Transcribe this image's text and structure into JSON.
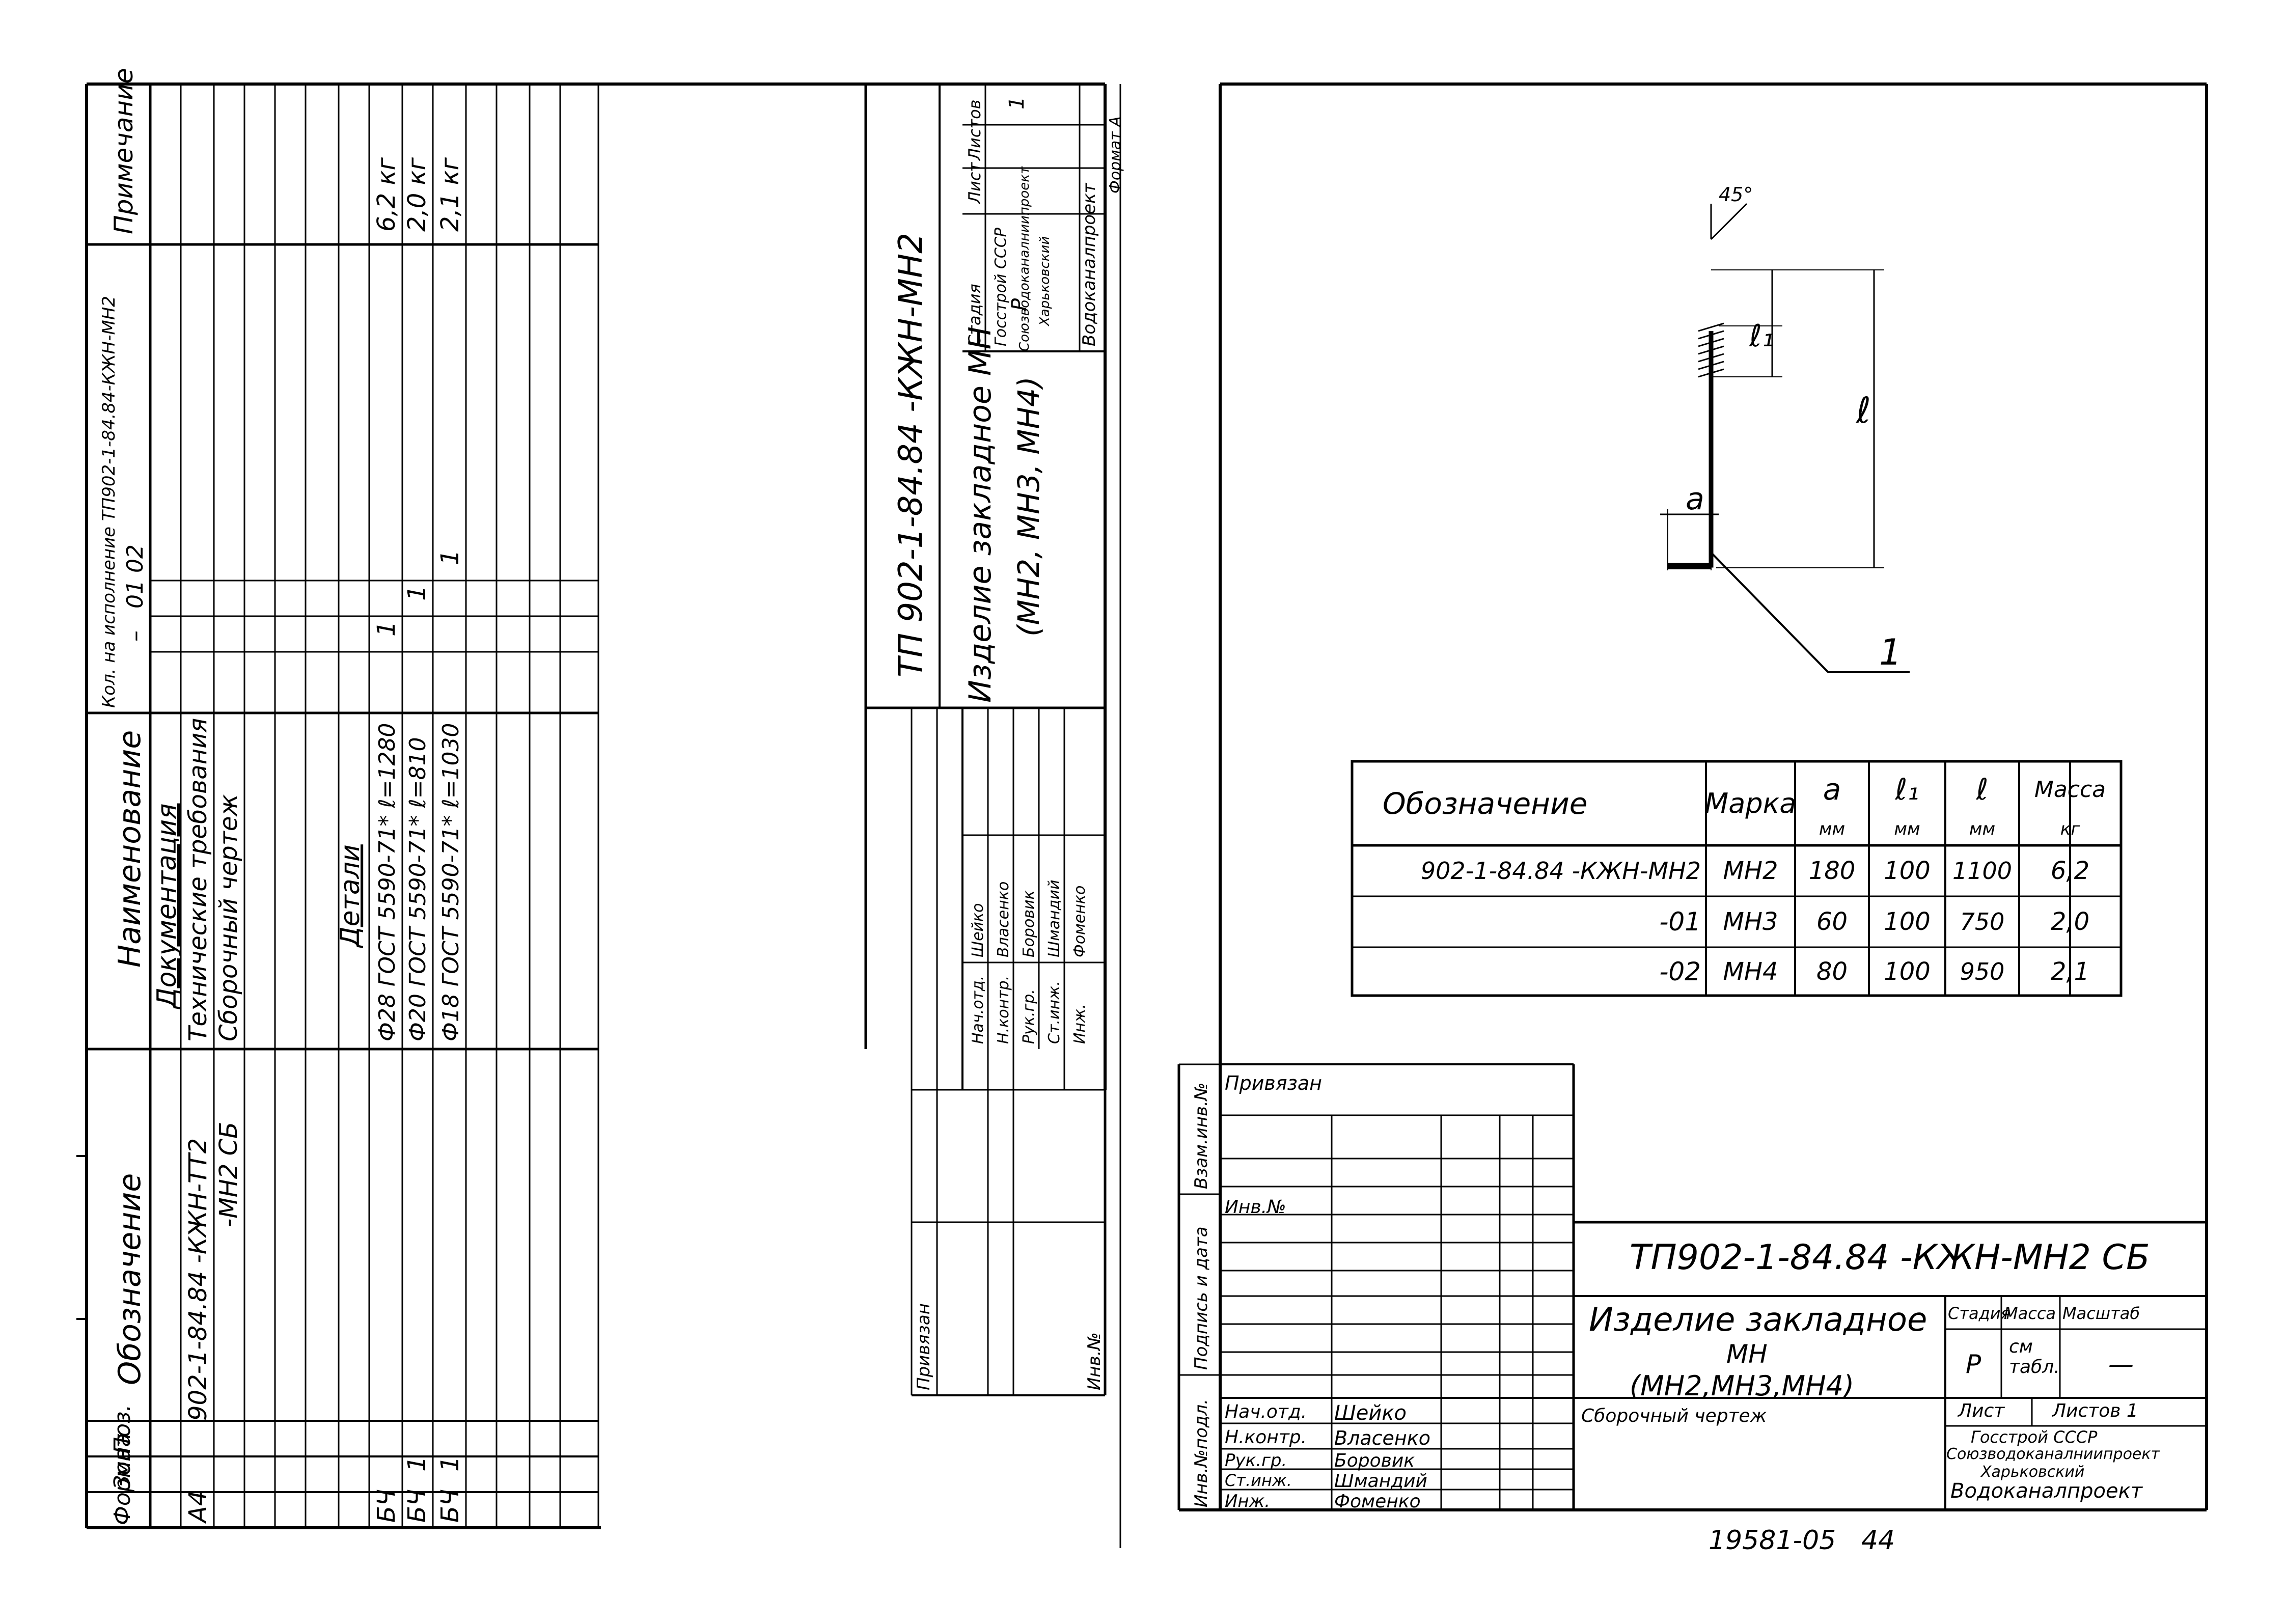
{
  "spec": {
    "col_headers": [
      "Формат",
      "Зона",
      "Поз.",
      "Обозначение",
      "Наименование",
      "Кол. на исполнение ТП902-1-84.84-КЖН-МН2",
      "Примечание"
    ],
    "variant_labels": [
      "–",
      "01",
      "02"
    ],
    "rows": [
      {
        "format": "A4",
        "designation": "902-1-84.84  -КЖН-ТТ2",
        "name": "Технические требования",
        "note": ""
      },
      {
        "format": "",
        "designation": "-МН2 СБ",
        "name": "Сборочный чертеж",
        "note": ""
      },
      {
        "format": "",
        "designation": "",
        "name": "Детали",
        "note": ""
      },
      {
        "format": "БЧ",
        "designation": "",
        "name": "Ф28 ГОСТ 5590-71* ℓ=1280",
        "note": "6,2 кг"
      },
      {
        "format": "БЧ",
        "designation": "",
        "name": "Ф20 ГОСТ 5590-71* ℓ=810",
        "note": "2,0 кг"
      },
      {
        "format": "БЧ",
        "designation": "",
        "name": "Ф18 ГОСТ 5590-71* ℓ=1030",
        "note": "2,1 кг"
      }
    ],
    "section_doc": "Документация",
    "ones": [
      "1",
      "1",
      "1",
      "1",
      "1"
    ],
    "title_code": "ТП 902-1-84.84  -КЖН-МН2",
    "title_name_1": "Изделие закладное МН",
    "title_name_2": "(МН2, МН3, МН4)",
    "stage_hdr": [
      "Стадия",
      "Лист",
      "Листов"
    ],
    "stage_val": [
      "Р",
      "",
      "1"
    ],
    "org": [
      "Госстрой СССР",
      "Союзводоканалниипроект",
      "Харьковский",
      "Водоканалпроект"
    ],
    "signers": [
      {
        "role": "Нач.отд.",
        "name": "Шейко"
      },
      {
        "role": "Н.контр.",
        "name": "Власенко"
      },
      {
        "role": "Рук.гр.",
        "name": "Боровик"
      },
      {
        "role": "Ст.инж.",
        "name": "Шмандий"
      },
      {
        "role": "Инж.",
        "name": "Фоменко"
      }
    ],
    "privyazan": "Привязан",
    "inv": "Инв.№",
    "format_note": "Формат А"
  },
  "drawing": {
    "label_45": "45°",
    "label_l1": "ℓ₁",
    "label_l": "ℓ",
    "label_a": "a",
    "label_pos": "1"
  },
  "table": {
    "headers": [
      "Обозначение",
      "Марка",
      "a",
      "ℓ₁",
      "ℓ",
      "Масса"
    ],
    "units": [
      "",
      "",
      "мм",
      "мм",
      "мм",
      "кг"
    ],
    "rows": [
      [
        "902-1-84.84 -КЖН-МН2",
        "МН2",
        "180",
        "100",
        "1100",
        "6,2"
      ],
      [
        "-01",
        "МН3",
        "60",
        "100",
        "750",
        "2,0"
      ],
      [
        "-02",
        "МН4",
        "80",
        "100",
        "950",
        "2,1"
      ]
    ]
  },
  "stamp": {
    "privyazan": "Привязан",
    "inv": "Инв.№",
    "side_labels": [
      "Инв.№подл.",
      "Подпись и дата",
      "Взам.инв.№"
    ],
    "code": "ТП902-1-84.84  -КЖН-МН2 СБ",
    "title1": "Изделие закладное",
    "title2": "МН",
    "title3": "(МН2,МН3,МН4)",
    "title4": "Сборочный чертеж",
    "hdr": [
      "Стадия",
      "Масса",
      "Масштаб"
    ],
    "vals": [
      "Р",
      "см табл.",
      "—"
    ],
    "sheet": "Лист",
    "sheets": "Листов 1",
    "org": [
      "Госстрой СССР",
      "Союзводоканалниипроект",
      "Харьковский",
      "Водоканалпроект"
    ],
    "signers": [
      {
        "role": "Нач.отд.",
        "name": "Шейко"
      },
      {
        "role": "Н.контр.",
        "name": "Власенко"
      },
      {
        "role": "Рук.гр.",
        "name": "Боровик"
      },
      {
        "role": "Ст.инж.",
        "name": "Шмандий"
      },
      {
        "role": "Инж.",
        "name": "Фоменко"
      }
    ]
  },
  "footer": "19581-05   44"
}
